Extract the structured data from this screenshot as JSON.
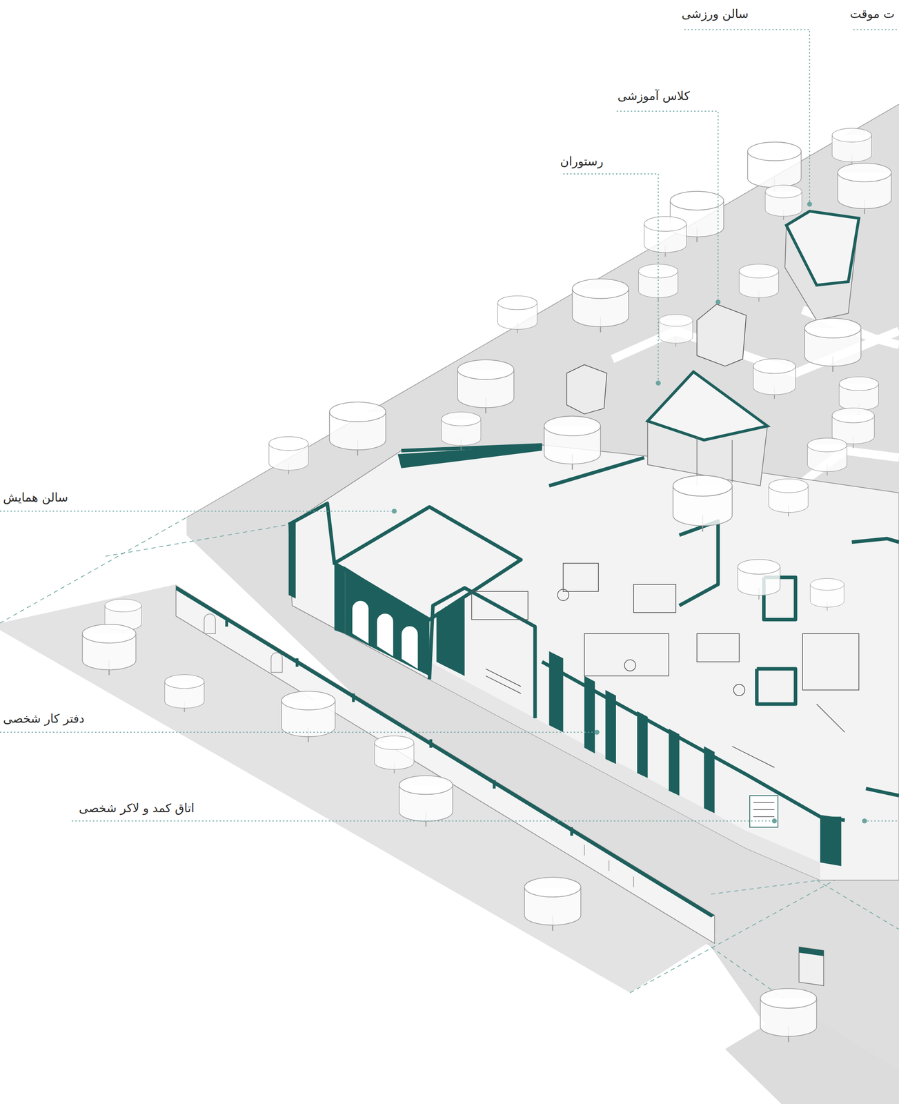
{
  "diagram": {
    "labels": [
      "سالن ورزشی",
      "ت موقت",
      "کلاس آموزشی",
      "رستوران",
      "سالن همایش",
      "دفتر کار شخصی",
      "اتاق کمد و لاکر شخصی"
    ]
  }
}
